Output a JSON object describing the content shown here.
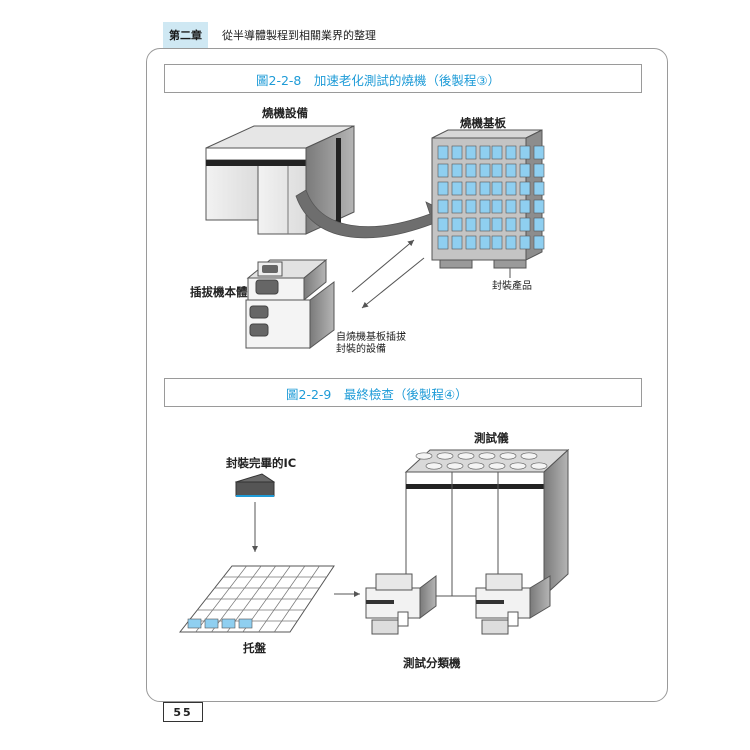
{
  "header": {
    "chapter_label": "第二章",
    "chapter_title": "從半導體製程到相關業界的整理"
  },
  "figure1": {
    "title": "圖2-2-8　加速老化測試的燒機（後製程③）",
    "labels": {
      "burn_in_equipment": "燒機設備",
      "burn_in_board": "燒機基板",
      "packaged_product": "封裝產品",
      "inserter_body": "插拔機本體",
      "inserter_desc_line1": "自燒機基板插拔",
      "inserter_desc_line2": "封裝的設備"
    }
  },
  "figure2": {
    "title": "圖2-2-9　最終檢查（後製程④）",
    "labels": {
      "finished_ic": "封裝完畢的IC",
      "tester": "測試儀",
      "tray": "托盤",
      "handler": "測試分類機"
    }
  },
  "footer": {
    "page_number": "55"
  },
  "colors": {
    "accent_blue": "#1e9bd7",
    "tab_bg": "#cfe8f3",
    "chip_blue": "#8fcff0"
  }
}
